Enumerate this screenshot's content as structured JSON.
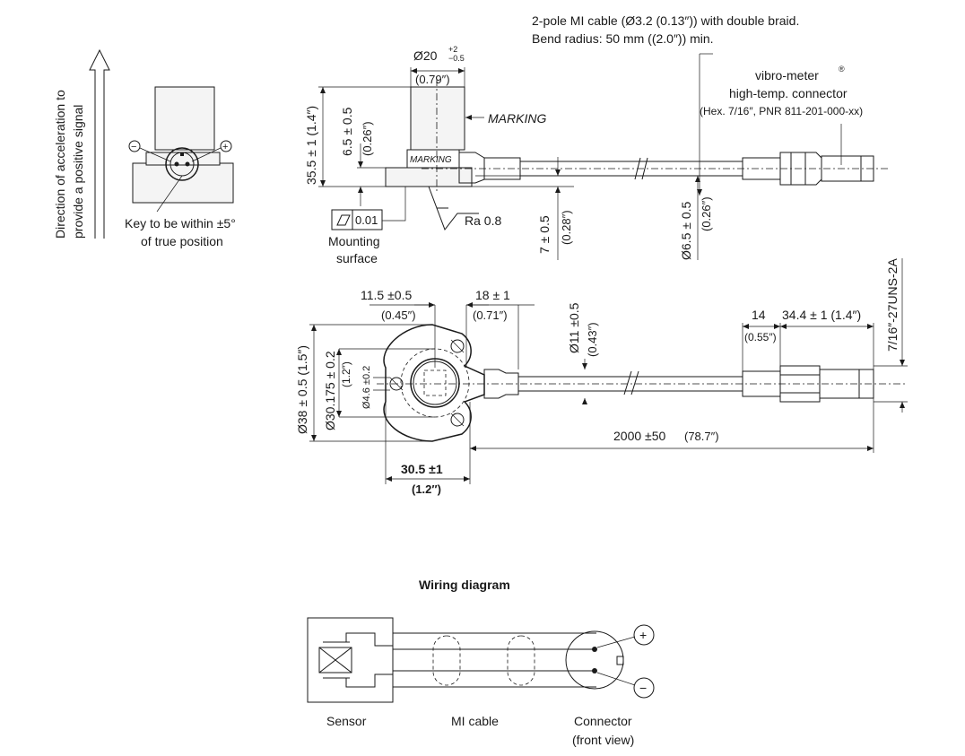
{
  "direction_label": {
    "line1": "Direction of acceleration to",
    "line2": "provide a positive signal"
  },
  "polarity": {
    "minus": "−",
    "plus": "+"
  },
  "key_note": {
    "line1": "Key to be within ±5°",
    "line2": "of true position"
  },
  "cable_note": {
    "line1": "2-pole MI cable (Ø3.2 (0.13″)) with double braid.",
    "line2": "Bend radius: 50 mm ((2.0″)) min."
  },
  "connector_note": {
    "line1": "vibro-meter",
    "reg": "®",
    "line2": "high-temp. connector",
    "line3": "(Hex. 7/16″, PNR 811-201-000-xx)"
  },
  "side_view": {
    "dia20": "Ø20",
    "dia20_tol_upper": "+2",
    "dia20_tol_lower": "−0.5",
    "dia20_in": "(0.79″)",
    "marking_callout": "MARKING",
    "marking_label": "MARKING",
    "height_total": "35.5 ± 1 (1.4″)",
    "height_base": "6.5 ± 0.5",
    "height_base_in": "(0.26″)",
    "flatness": "0.01",
    "mounting_line1": "Mounting",
    "mounting_line2": "surface",
    "roughness": "Ra 0.8",
    "dim7": "7 ± 0.5",
    "dim7_in": "(0.28″)",
    "dim65": "Ø6.5 ± 0.5",
    "dim65_in": "(0.26″)"
  },
  "top_view": {
    "dim115": "11.5 ±0.5",
    "dim115_in": "(0.45″)",
    "dim18": "18 ± 1",
    "dim18_in": "(0.71″)",
    "dim11": "Ø11 ±0.5",
    "dim11_in": "(0.43″)",
    "dim38": "Ø38 ± 0.5 (1.5″)",
    "dim30175": "Ø30.175 ± 0.2",
    "dim30175_in": "(1.2″)",
    "dim46": "Ø4.6 ±0.2",
    "dim305": "30.5 ±1",
    "dim305_in": "(1.2″)",
    "dim14": "14",
    "dim14_in": "(0.55″)",
    "dim344": "34.4 ± 1 (1.4″)",
    "dim2000": "2000 ±50",
    "dim2000_in": "(78.7″)",
    "thread": "7/16″-27UNS-2A"
  },
  "wiring": {
    "title": "Wiring diagram",
    "sensor": "Sensor",
    "cable": "MI cable",
    "connector_line1": "Connector",
    "connector_line2": "(front view)",
    "plus": "+",
    "minus": "−"
  }
}
